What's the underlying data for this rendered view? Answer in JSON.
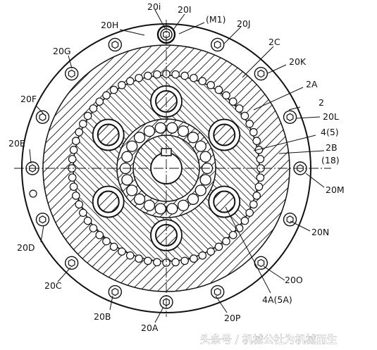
{
  "labels": {
    "l20i": "20i",
    "l20I": "20I",
    "lM1": "(M1)",
    "l20H": "20H",
    "l20J": "20J",
    "l2C": "2C",
    "l20G": "20G",
    "l20K": "20K",
    "l2A": "2A",
    "l2": "2",
    "l20F": "20F",
    "l20L": "20L",
    "l45": "4(5)",
    "l20E": "20E",
    "l2B": "2B",
    "l18": "(18)",
    "l20M": "20M",
    "l20N": "20N",
    "l20D": "20D",
    "l20O": "20O",
    "l20C": "20C",
    "l4A": "4A(5A)",
    "l20B": "20B",
    "l20P": "20P",
    "l20A": "20A"
  },
  "watermark": "头条号 / 机械公社为机械而生"
}
